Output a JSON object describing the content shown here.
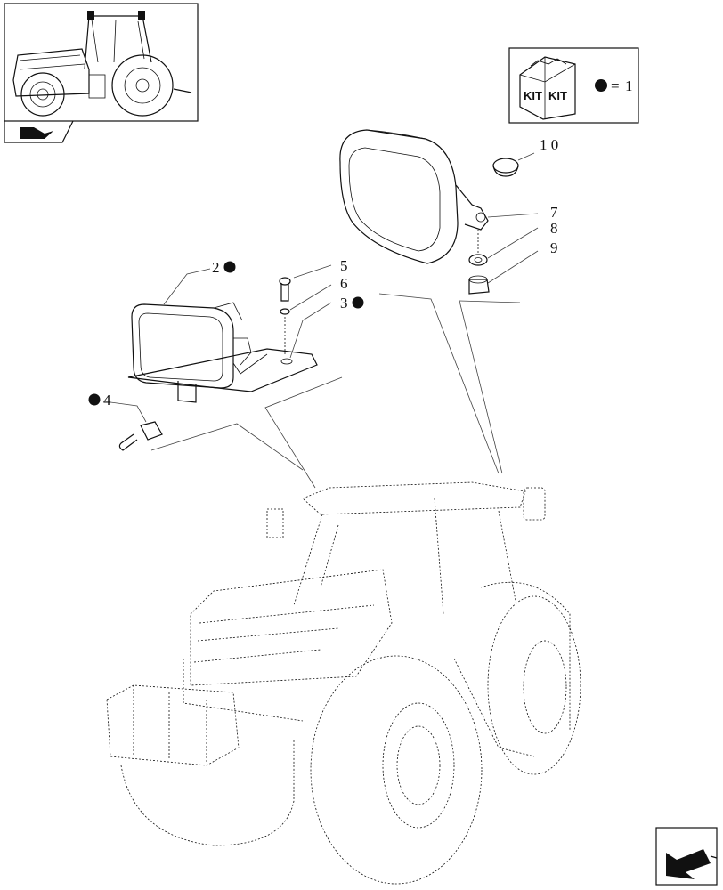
{
  "kit_box": {
    "kit_text": "KIT",
    "legend_value": "1"
  },
  "callouts": {
    "c1": "1 0",
    "c2": "7",
    "c3": "8",
    "c4": "9",
    "c5": "5",
    "c6": "6",
    "c7": "2",
    "c8": "3",
    "c9": "4"
  },
  "colors": {
    "ink": "#111111",
    "background": "#ffffff"
  },
  "icons": {
    "thumbnail": "tractor-thumbnail-icon",
    "section": "section-indicator-icon",
    "kit": "kit-box-icon",
    "nav": "next-page-arrow-icon"
  }
}
